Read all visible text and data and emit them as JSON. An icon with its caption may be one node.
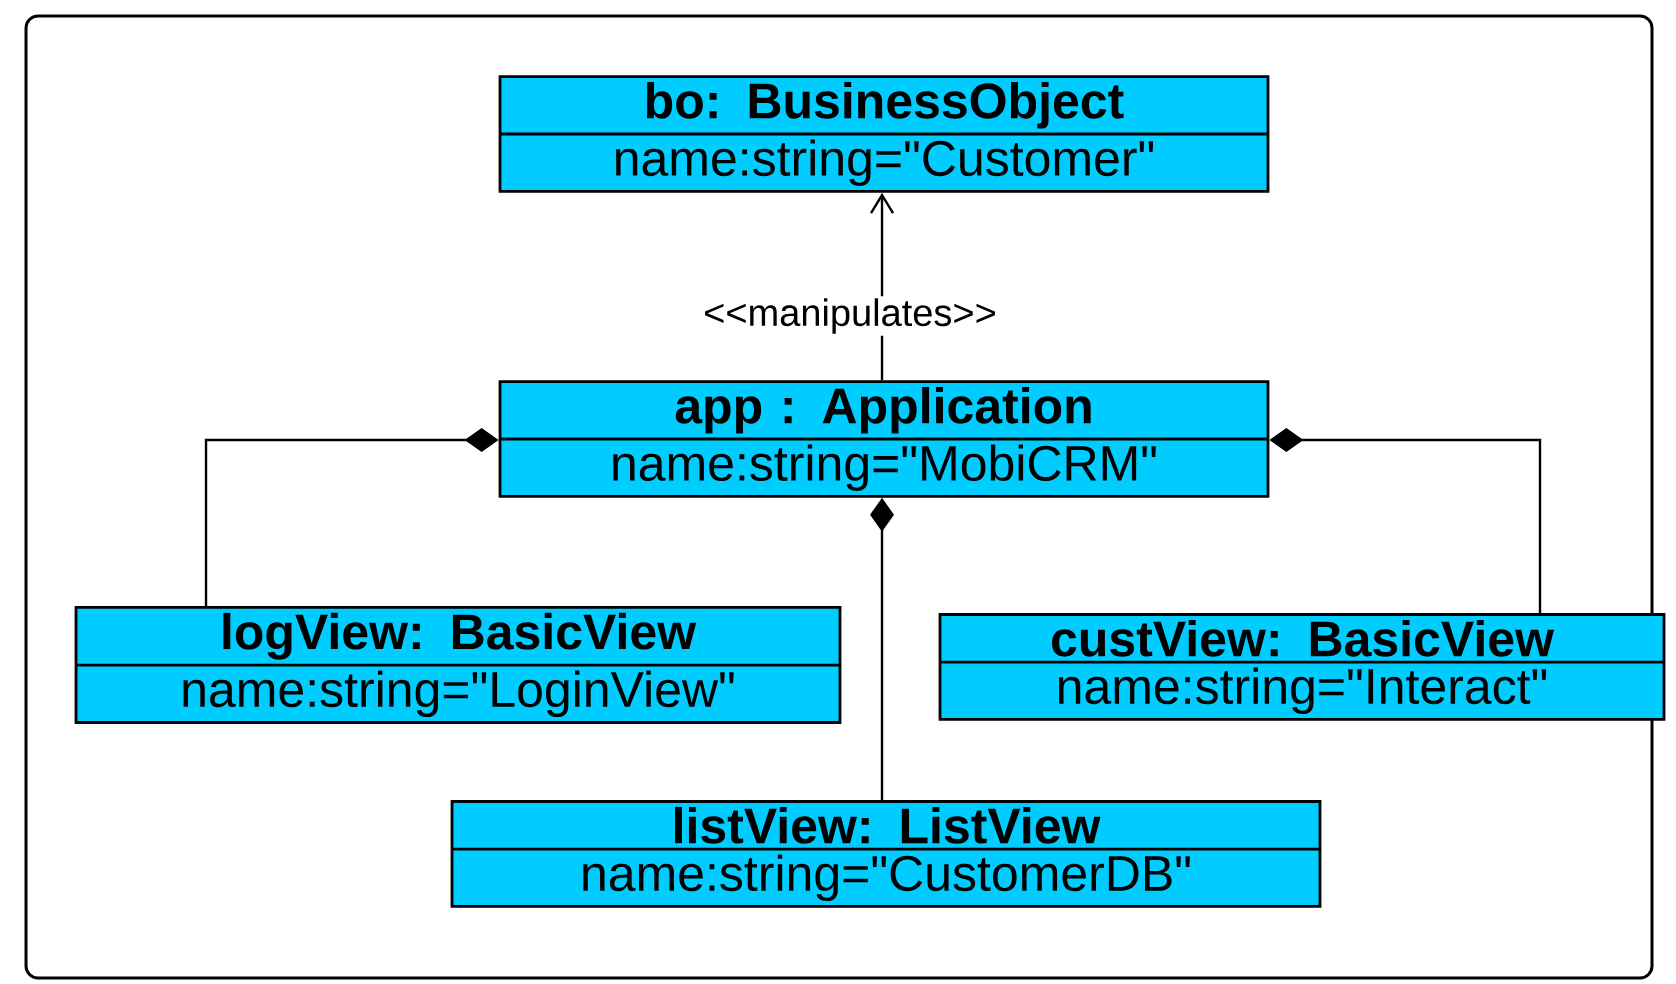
{
  "diagram": {
    "nodes": [
      {
        "text": [
          "bo: BusinessObject",
          "name:string=\"Customer\""
        ]
      },
      {
        "text": [
          "app : Application",
          "name:string=\"MobiCRM\""
        ]
      },
      {
        "text": [
          "logView: BasicView",
          "name:string=\"LoginView\""
        ]
      },
      {
        "text": [
          "custView: BasicView",
          "name:string=\"Interact\""
        ]
      },
      {
        "text": [
          "listView: ListView",
          "name:string=\"CustomerDB\""
        ]
      }
    ],
    "edges": [
      {
        "from": 1,
        "to": 0,
        "arrow": "to",
        "label": "<<manipulates>>"
      },
      {
        "from": 1,
        "to": 2,
        "arrow": "other"
      },
      {
        "from": 1,
        "to": 3,
        "arrow": "other"
      },
      {
        "from": 1,
        "to": 4,
        "arrow": "other"
      }
    ]
  }
}
